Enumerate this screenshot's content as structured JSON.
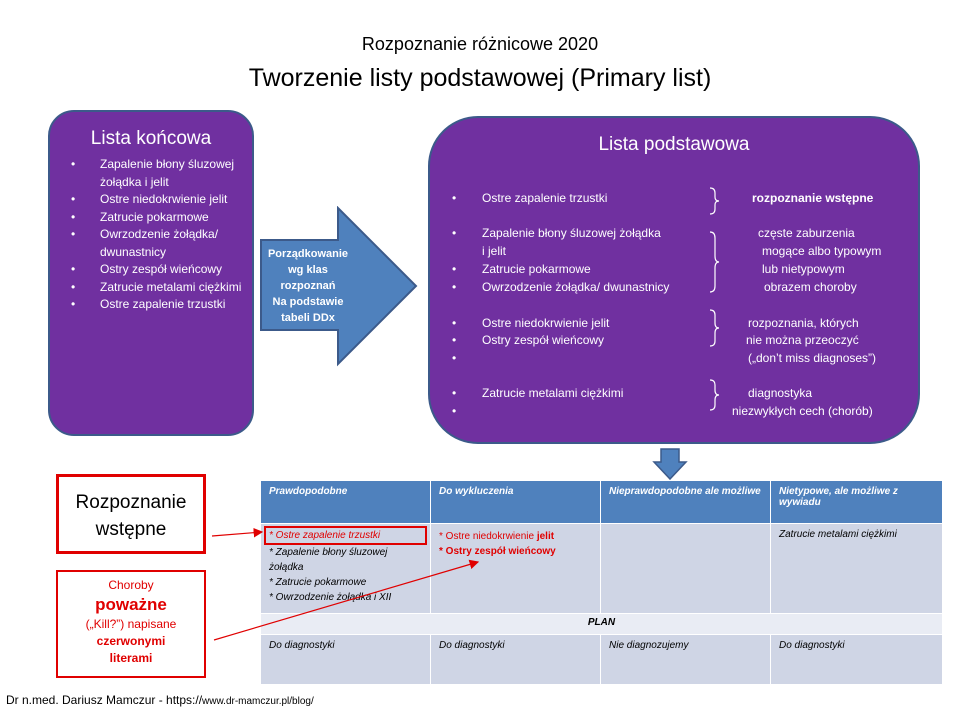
{
  "header": {
    "subtitle": "Rozpoznanie różnicowe 2020",
    "title": "Tworzenie listy podstawowej (Primary list)"
  },
  "final_list": {
    "title": "Lista końcowa",
    "items": [
      "Zapalenie błony śluzowej żołądka i jelit",
      "Ostre niedokrwienie jelit",
      "Zatrucie pokarmowe",
      "Owrzodzenie żołądka/ dwunastnicy",
      "Ostry zespół wieńcowy",
      "Zatrucie metalami ciężkimi",
      "Ostre zapalenie trzustki"
    ]
  },
  "arrow": {
    "text_lines": [
      "Porządkowanie",
      "wg  klas",
      "rozpoznań",
      "Na podstawie",
      "tabeli DDx"
    ]
  },
  "primary_list": {
    "title": "Lista podstawowa",
    "items": [
      "Ostre zapalenie trzustki",
      "Zapalenie błony śluzowej żołądka",
      "i jelit",
      "Zatrucie pokarmowe",
      "Owrzodzenie żołądka/ dwunastnicy",
      "Ostre niedokrwienie jelit",
      "Ostry zespół wieńcowy",
      "Zatrucie metalami ciężkimi"
    ],
    "notes": {
      "initial": "rozpoznanie wstępne",
      "common": [
        "częste zaburzenia",
        "mogące albo typowym",
        "lub nietypowym",
        "obrazem choroby"
      ],
      "dont_miss": [
        "rozpoznania, których",
        "nie można przeoczyć",
        "(„don’t miss diagnoses”)"
      ],
      "unusual": [
        "diagnostyka",
        "niezwykłych cech (chorób)"
      ]
    }
  },
  "label_initial": {
    "lines": [
      "Rozpoznanie",
      "wstępne"
    ]
  },
  "label_serious": {
    "line1": "Choroby",
    "line2": "poważne",
    "line3": "(„Kill?”) napisane",
    "line4": "czerwonymi",
    "line5": "literami"
  },
  "table": {
    "headers": [
      "Prawdopodobne",
      "Do wykluczenia",
      "Nieprawdopodobne ale możliwe",
      "Nietypowe,  ale możliwe  z wywiadu"
    ],
    "probable": [
      "* Ostre zapalenie  trzustki",
      "* Zapalenie błony śluzowej żołądka",
      "* Zatrucie pokarmowe",
      "* Owrzodzenie żołądka i XII"
    ],
    "exclude_line1_prefix": "* Ostre niedokrwienie ",
    "exclude_line1_bold": "jelit",
    "exclude_line2": "* Ostry zespół wieńcowy",
    "unlikely": "",
    "atypical": "Zatrucie  metalami ciężkimi",
    "plan_label": "PLAN",
    "plan": [
      "Do diagnostyki",
      "Do diagnostyki",
      "Nie diagnozujemy",
      "Do diagnostyki"
    ]
  },
  "footer": {
    "text": "Dr n.med. Dariusz Mamczur - https://",
    "url": "www.dr-mamczur.pl/blog/"
  },
  "colors": {
    "purple": "#7030a0",
    "arrow_blue": "#4f81bd",
    "red": "#e00000",
    "table_header": "#4f81bd",
    "table_cell": "#cfd5e5"
  }
}
